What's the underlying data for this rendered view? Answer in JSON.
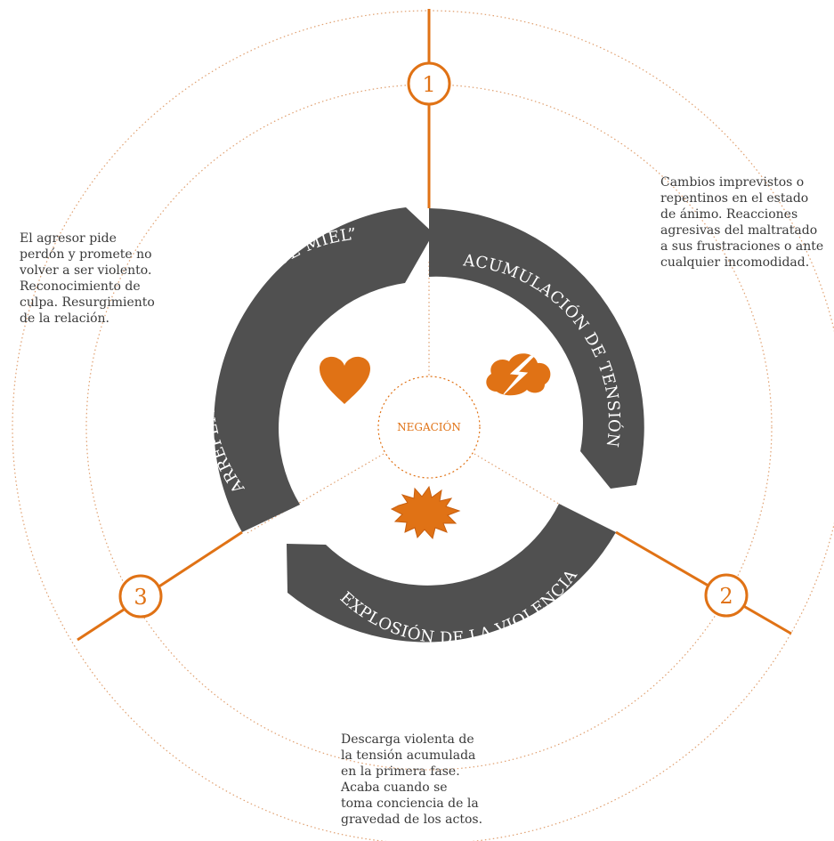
{
  "center": {
    "label": "NEGACIÓN"
  },
  "phases": [
    {
      "number": "1",
      "label": "ACUMULACIÓN DE TENSIÓN",
      "icon": "lightning-cloud-icon",
      "description": [
        "Cambios imprevistos o",
        "repentinos en el estado",
        "de ánimo. Reacciones",
        "agresivas del maltratado",
        "a sus frustraciones o ante",
        "cualquier incomodidad."
      ]
    },
    {
      "number": "2",
      "label": "EXPLOSIÓN DE LA VIOLENCIA",
      "icon": "explosion-icon",
      "description": [
        "Descarga violenta de",
        "la tensión acumulada",
        "en la primera fase.",
        "Acaba cuando se",
        "toma conciencia de la",
        "gravedad de los actos."
      ]
    },
    {
      "number": "3",
      "label": "ARREPENTIMIENTO “LUNA DE MIEL”",
      "icon": "heart-icon",
      "description": [
        "El agresor pide",
        "perdón y promete no",
        "volver a ser violento.",
        "Reconocimiento de",
        "culpa. Resurgimiento",
        "de la relación."
      ]
    }
  ],
  "colors": {
    "accent": "#e07215",
    "band": "#505050",
    "text": "#3a3a3a",
    "dotted": "#e0a070"
  }
}
